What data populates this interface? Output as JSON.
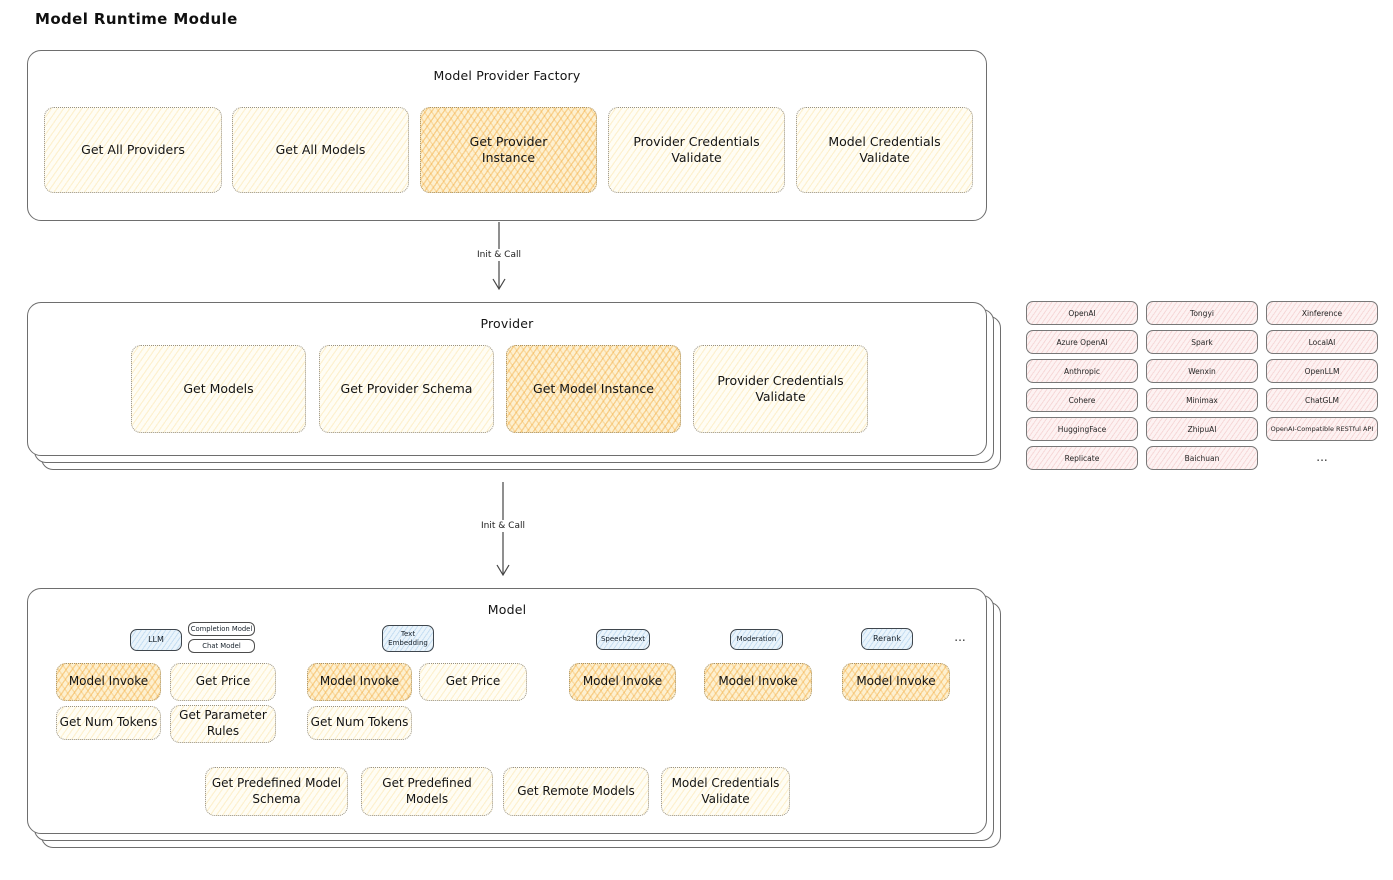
{
  "page": {
    "title": "Model Runtime Module"
  },
  "colors": {
    "accent_orange_hatch": "#f2a630",
    "accent_yellow_hatch": "#f7cd69",
    "tab_blue_fill": "#eaf4fb",
    "provider_pink_fill": "#fdf2f2",
    "frame_border": "#6e6e6e"
  },
  "connectors": {
    "init_call_1": "Init & Call",
    "init_call_2": "Init & Call"
  },
  "factory": {
    "title": "Model Provider Factory",
    "buttons": [
      {
        "label": "Get All Providers",
        "highlight": false
      },
      {
        "label": "Get All Models",
        "highlight": false
      },
      {
        "label": "Get Provider Instance",
        "highlight": true
      },
      {
        "label": "Provider Credentials Validate",
        "highlight": false
      },
      {
        "label": "Model Credentials Validate",
        "highlight": false
      }
    ]
  },
  "provider": {
    "title": "Provider",
    "buttons": [
      {
        "label": "Get Models",
        "highlight": false
      },
      {
        "label": "Get Provider Schema",
        "highlight": false
      },
      {
        "label": "Get Model Instance",
        "highlight": true
      },
      {
        "label": "Provider Credentials Validate",
        "highlight": false
      }
    ]
  },
  "provider_list": {
    "items": [
      "OpenAI",
      "Tongyi",
      "Xinference",
      "Azure OpenAI",
      "Spark",
      "LocalAI",
      "Anthropic",
      "Wenxin",
      "OpenLLM",
      "Cohere",
      "Minimax",
      "ChatGLM",
      "HuggingFace",
      "ZhipuAI",
      "OpenAI-Compatible RESTful API",
      "Replicate",
      "Baichuan"
    ],
    "more": "..."
  },
  "model": {
    "title": "Model",
    "tabs": {
      "llm": "LLM",
      "completion_model": "Completion Model",
      "chat_model": "Chat Model",
      "text_embedding": "Text Embedding",
      "speech2text": "Speech2text",
      "moderation": "Moderation",
      "rerank": "Rerank",
      "more": "..."
    },
    "actions": {
      "model_invoke": "Model Invoke",
      "get_price": "Get Price",
      "get_num_tokens": "Get Num Tokens",
      "get_parameter_rules": "Get Parameter Rules",
      "get_predefined_model_schema": "Get Predefined Model Schema",
      "get_predefined_models": "Get Predefined Models",
      "get_remote_models": "Get Remote Models",
      "model_credentials_validate": "Model Credentials Validate"
    }
  }
}
